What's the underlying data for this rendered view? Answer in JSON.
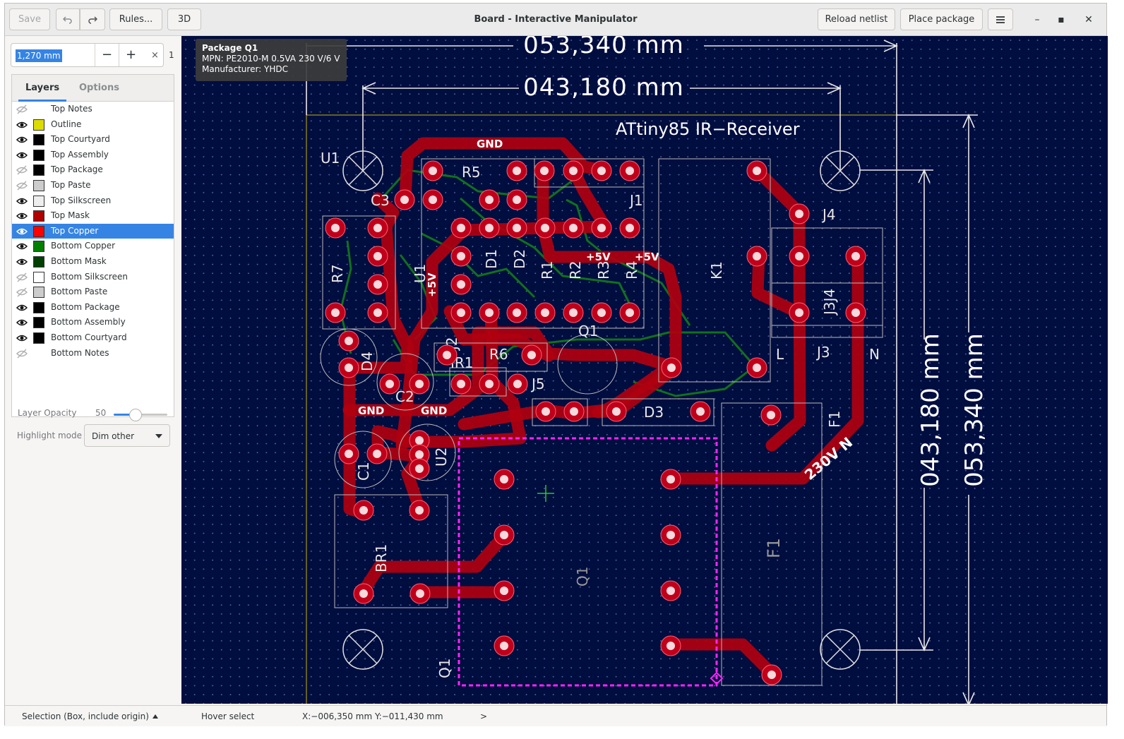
{
  "window": {
    "title": "Board - Interactive Manipulator"
  },
  "toolbar": {
    "save": "Save",
    "undo_icon": "undo-icon",
    "redo_icon": "redo-icon",
    "rules": "Rules...",
    "view3d": "3D",
    "reload_netlist": "Reload netlist",
    "place_package": "Place package",
    "menu_icon": "hamburger-menu-icon"
  },
  "window_controls": {
    "minimize": "–",
    "maximize": "▪",
    "close": "✕"
  },
  "grid": {
    "spacing_value": "1,270 mm",
    "minus": "−",
    "plus": "+",
    "multiplier_label": "×",
    "multiplier": "1"
  },
  "tabs": {
    "layers": "Layers",
    "options": "Options"
  },
  "layers": [
    {
      "name": "Top Notes",
      "visible": "hidden",
      "color": ""
    },
    {
      "name": "Outline",
      "visible": "visible",
      "color": "#dcdc00"
    },
    {
      "name": "Top Courtyard",
      "visible": "visible",
      "color": "#000000"
    },
    {
      "name": "Top Assembly",
      "visible": "visible",
      "color": "#000000"
    },
    {
      "name": "Top Package",
      "visible": "hidden",
      "color": "#000000"
    },
    {
      "name": "Top Paste",
      "visible": "hidden",
      "color": "#cccccc"
    },
    {
      "name": "Top Silkscreen",
      "visible": "visible",
      "color": "#eeeeee"
    },
    {
      "name": "Top Mask",
      "visible": "visible",
      "color": "#b00000"
    },
    {
      "name": "Top Copper",
      "visible": "visible",
      "color": "#ff0000",
      "selected": true
    },
    {
      "name": "Bottom Copper",
      "visible": "visible",
      "color": "#008000"
    },
    {
      "name": "Bottom Mask",
      "visible": "visible",
      "color": "#004000"
    },
    {
      "name": "Bottom Silkscreen",
      "visible": "hidden",
      "color": "#ffffff"
    },
    {
      "name": "Bottom Paste",
      "visible": "hidden",
      "color": "#cccccc"
    },
    {
      "name": "Bottom Package",
      "visible": "visible",
      "color": "#000000"
    },
    {
      "name": "Bottom Assembly",
      "visible": "visible",
      "color": "#000000"
    },
    {
      "name": "Bottom Courtyard",
      "visible": "visible",
      "color": "#000000"
    },
    {
      "name": "Bottom Notes",
      "visible": "hidden",
      "color": ""
    }
  ],
  "opacity": {
    "label": "Layer Opacity",
    "value": "50"
  },
  "highlight": {
    "label": "Highlight mode",
    "value": "Dim other"
  },
  "tooltip": {
    "title": "Package Q1",
    "mpn": "MPN: PE2010-M 0.5VA 230 V/6 V",
    "manufacturer": "Manufacturer: YHDC"
  },
  "board": {
    "title_text": "ATtiny85   IR−Receiver",
    "dim_outer": "053,340 mm",
    "dim_inner": "043,180 mm",
    "refs": [
      "U1",
      "R5",
      "C3",
      "J1",
      "J4",
      "R7",
      "U1",
      "D1",
      "D2",
      "R1",
      "R2",
      "R3",
      "R4",
      "K1",
      "J3",
      "J3J4",
      "Q1",
      "R6",
      "IR1",
      "J2",
      "D4",
      "C2",
      "J5",
      "D3",
      "C1",
      "U2",
      "F1",
      "BR1",
      "Q1",
      "L",
      "N"
    ],
    "nets": [
      "GND",
      "+5V",
      "230V N"
    ]
  },
  "status": {
    "selection": "Selection (Box, include origin)",
    "hover": "Hover select",
    "coords": "X:−006,350 mm Y:−011,430 mm",
    "more": ">"
  },
  "colors": {
    "pcb_bg": "#000d3f",
    "copper": "#b00010",
    "bottom_copper": "#0f6a1a",
    "silk": "#dddddd",
    "selection": "#ff00ff",
    "accent": "#3584e4"
  }
}
